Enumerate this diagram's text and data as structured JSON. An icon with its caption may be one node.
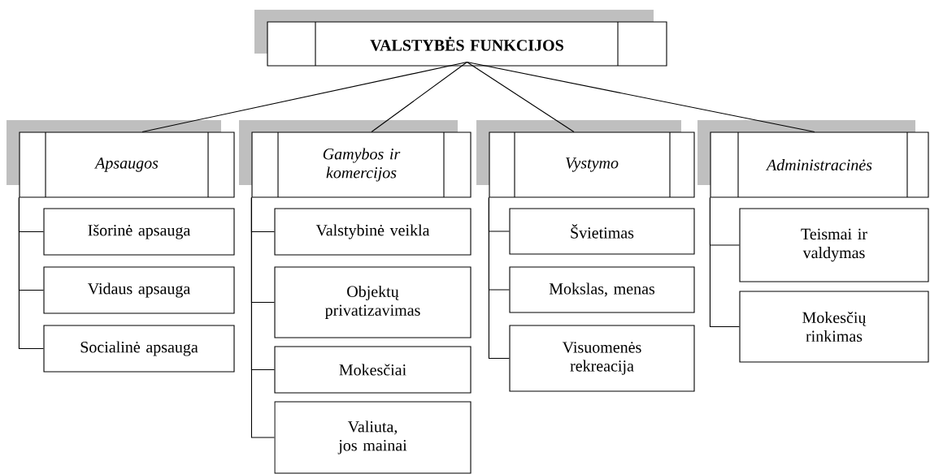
{
  "diagram": {
    "nodes": [
      {
        "text": [
          "VALSTYBĖS FUNKCIJOS"
        ]
      },
      {
        "text": [
          "Apsaugos"
        ]
      },
      {
        "text": [
          "Gamybos ir komercijos"
        ]
      },
      {
        "text": [
          "Vystymo"
        ]
      },
      {
        "text": [
          "Administracinės"
        ]
      },
      {
        "text": [
          "Išorinė apsauga"
        ]
      },
      {
        "text": [
          "Vidaus apsauga"
        ]
      },
      {
        "text": [
          "Socialinė apsauga"
        ]
      },
      {
        "text": [
          "Valstybinė veikla"
        ]
      },
      {
        "text": [
          "Objektų privatizavimas"
        ]
      },
      {
        "text": [
          "Mokesčiai"
        ]
      },
      {
        "text": [
          "Valiuta, jos mainai"
        ]
      },
      {
        "text": [
          "Švietimas"
        ]
      },
      {
        "text": [
          "Mokslas, menas"
        ]
      },
      {
        "text": [
          "Visuomenės rekreacija"
        ]
      },
      {
        "text": [
          "Teismai ir valdymas"
        ]
      },
      {
        "text": [
          "Mokesčių rinkimas"
        ]
      }
    ],
    "edges": [
      {
        "from": 0,
        "to": 1,
        "arrow": "none"
      },
      {
        "from": 0,
        "to": 2,
        "arrow": "none"
      },
      {
        "from": 0,
        "to": 3,
        "arrow": "none"
      },
      {
        "from": 0,
        "to": 4,
        "arrow": "none"
      },
      {
        "from": 1,
        "to": 5,
        "arrow": "none"
      },
      {
        "from": 1,
        "to": 6,
        "arrow": "none"
      },
      {
        "from": 1,
        "to": 7,
        "arrow": "none"
      },
      {
        "from": 2,
        "to": 8,
        "arrow": "none"
      },
      {
        "from": 2,
        "to": 9,
        "arrow": "none"
      },
      {
        "from": 2,
        "to": 10,
        "arrow": "none"
      },
      {
        "from": 2,
        "to": 11,
        "arrow": "none"
      },
      {
        "from": 3,
        "to": 12,
        "arrow": "none"
      },
      {
        "from": 3,
        "to": 13,
        "arrow": "none"
      },
      {
        "from": 3,
        "to": 14,
        "arrow": "none"
      },
      {
        "from": 4,
        "to": 15,
        "arrow": "none"
      },
      {
        "from": 4,
        "to": 16,
        "arrow": "none"
      }
    ]
  }
}
